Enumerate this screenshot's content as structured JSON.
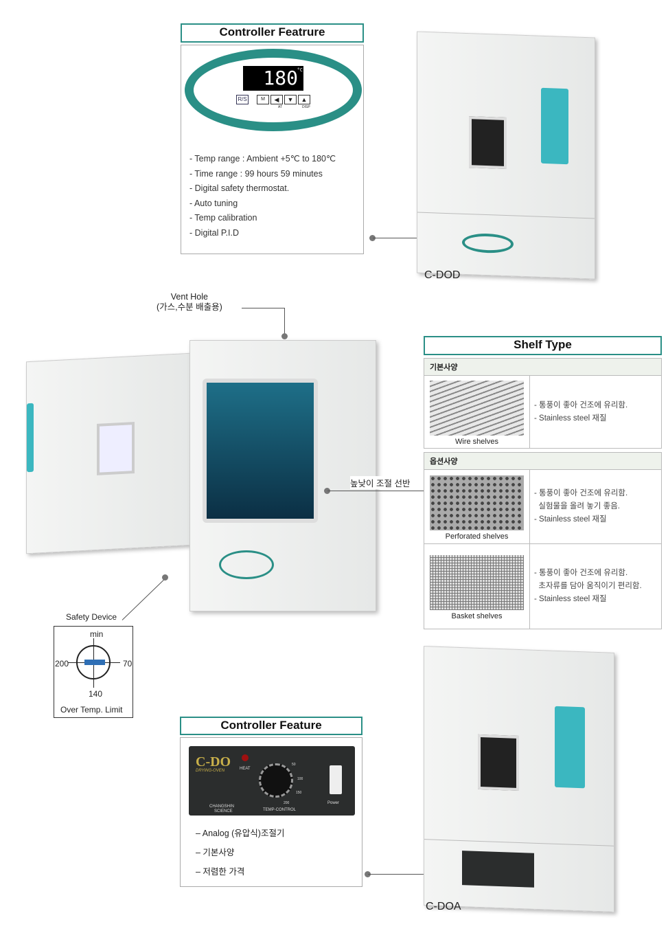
{
  "top_controller": {
    "title": "Controller Featrure",
    "display": "180",
    "unit": "°C",
    "buttons": [
      "M",
      "◀",
      "▼",
      "▲"
    ],
    "rs_label": "R/S",
    "btn_labels": [
      "AT",
      "DISP"
    ],
    "features": [
      "- Temp range : Ambient +5℃ to 180℃",
      "- Time range : 99 hours 59 minutes",
      "- Digital safety thermostat.",
      "- Auto tuning",
      "- Temp calibration",
      "- Digital P.I.D"
    ]
  },
  "model_top": "C-DOD",
  "vent_hole": {
    "line1": "Vent Hole",
    "line2": "(가스,수분 배출용)"
  },
  "shelf_adjust_label": "높낮이 조절 선반",
  "safety": {
    "title": "Safety Device",
    "min": "min",
    "left": "200",
    "right": "70",
    "bottom": "140",
    "caption": "Over Temp. Limit"
  },
  "shelf_type": {
    "title": "Shelf Type",
    "sections": [
      {
        "header": "기본사양",
        "items": [
          {
            "name": "Wire shelves",
            "lines": [
              "- 통풍이 좋아 건조에 유리함.",
              "- Stainless steel 재질"
            ]
          }
        ]
      },
      {
        "header": "옵션사양",
        "items": [
          {
            "name": "Perforated shelves",
            "lines": [
              "- 통풍이 좋아 건조에 유리함.",
              "  실험물을 올려 놓기 좋음.",
              "- Stainless steel 재질"
            ]
          },
          {
            "name": "Basket shelves",
            "lines": [
              "- 통풍이 좋아 건조에 유리함.",
              "  초자류를 담아 움직이기 편리함.",
              "- Stainless steel 재질"
            ]
          }
        ]
      }
    ]
  },
  "bottom_controller": {
    "title": "Controller Feature",
    "brand": "C-DO",
    "brand_sub": "DRYING-OVEN",
    "heat": "HEAT",
    "temp_control": "TEMP-CONTROL",
    "power": "Power",
    "maker": "CHANGSHIN",
    "maker2": "SCIENCE",
    "dial_marks": [
      "50",
      "100",
      "150",
      "200"
    ],
    "features": [
      "– Analog (유압식)조절기",
      "– 기본사양",
      "– 저렴한 가격"
    ]
  },
  "model_bottom": "C-DOA",
  "colors": {
    "teal": "#2a8f86",
    "handle": "#3bb7c0"
  }
}
